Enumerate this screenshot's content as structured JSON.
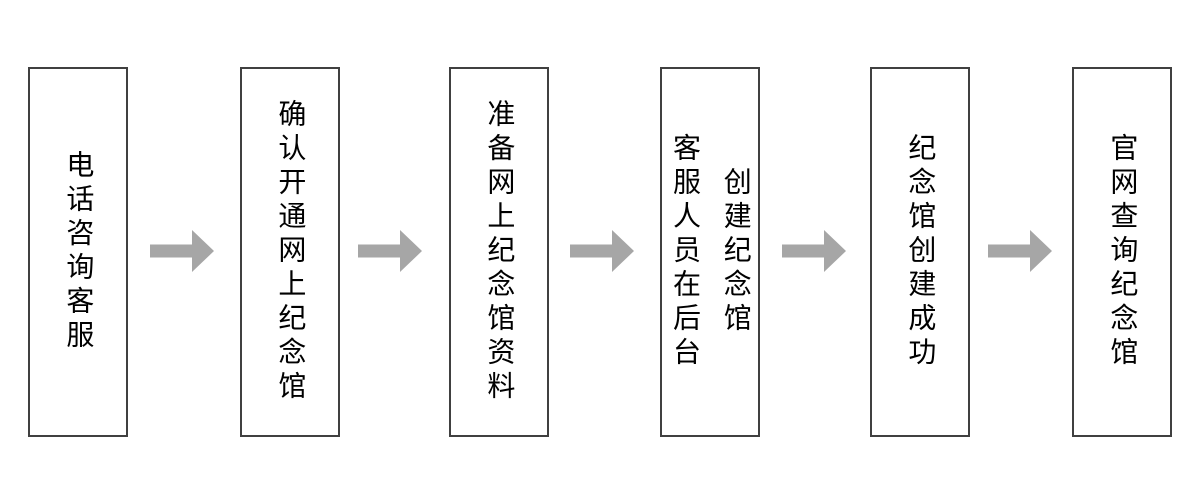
{
  "flow": {
    "title": "memorial-hall-creation-flowchart",
    "steps": [
      {
        "lines": {
          "0": "电话咨询客服"
        }
      },
      {
        "lines": {
          "0": "确认开通网上纪念馆"
        }
      },
      {
        "lines": {
          "0": "准备网上纪念馆资料"
        }
      },
      {
        "lines": {
          "0": "客服人员在后台",
          "1": "创建纪念馆"
        }
      },
      {
        "lines": {
          "0": "纪念馆创建成功"
        }
      },
      {
        "lines": {
          "0": "官网查询纪念馆"
        }
      }
    ],
    "colors": {
      "background": "#ffffff",
      "box_fill": "#ffffff",
      "box_border": "#404040",
      "text": "#000000",
      "arrow": "#a6a6a6"
    }
  }
}
